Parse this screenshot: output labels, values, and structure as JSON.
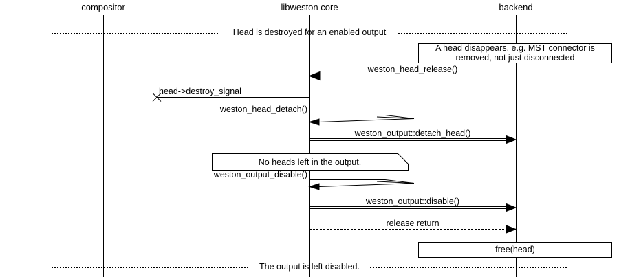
{
  "diagram": {
    "type": "sequence-diagram",
    "colors": {
      "line": "#000000",
      "background": "#ffffff",
      "text": "#000000"
    },
    "participants": [
      {
        "label": "compositor"
      },
      {
        "label": "libweston core"
      },
      {
        "label": "backend"
      }
    ],
    "dividers": [
      {
        "label": "Head is destroyed for an enabled output"
      },
      {
        "label": "The output is left disabled."
      }
    ],
    "notes": [
      {
        "line1": "A head disappears, e.g. MST connector is",
        "line2": "removed, not just disconnected"
      },
      {
        "text": "No heads left in the output."
      }
    ],
    "action_box": {
      "text": "free(head)"
    },
    "messages": [
      {
        "label": "weston_head_release()",
        "from": "backend",
        "to": "libweston core",
        "style": "solid-call"
      },
      {
        "label": "head->destroy_signal",
        "from": "libweston core",
        "to": "lost",
        "style": "lost-message"
      },
      {
        "label": "weston_head_detach()",
        "from": "libweston core",
        "to": "libweston core",
        "style": "self-call"
      },
      {
        "label": "weston_output::detach_head()",
        "from": "libweston core",
        "to": "backend",
        "style": "double-call"
      },
      {
        "label": "weston_output_disable()",
        "from": "libweston core",
        "to": "libweston core",
        "style": "self-call"
      },
      {
        "label": "weston_output::disable()",
        "from": "libweston core",
        "to": "backend",
        "style": "double-call"
      },
      {
        "label": "release return",
        "from": "libweston core",
        "to": "backend",
        "style": "dashed-return"
      }
    ]
  }
}
